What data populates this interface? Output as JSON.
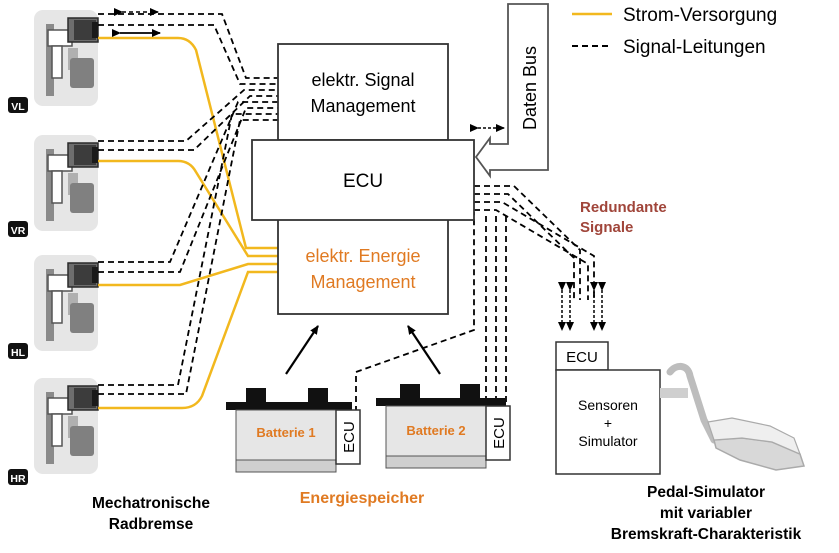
{
  "colors": {
    "power": "#f2b81e",
    "signal": "#000000",
    "energy_text": "#e07a22",
    "redundant_text": "#a0453a",
    "wheel_bg": "#e6e6e6",
    "battery_face": "#e6e6e6"
  },
  "legend": {
    "power_label": "Strom-Versorgung",
    "signal_label": "Signal-Leitungen"
  },
  "boxes": {
    "signal_mgmt_line1": "elektr. Signal",
    "signal_mgmt_line2": "Management",
    "ecu": "ECU",
    "energy_mgmt_line1": "elektr. Energie",
    "energy_mgmt_line2": "Management",
    "data_bus": "Daten Bus"
  },
  "redundant": {
    "line1": "Redundante",
    "line2": "Signale"
  },
  "wheels": [
    {
      "tag": "VL"
    },
    {
      "tag": "VR"
    },
    {
      "tag": "HL"
    },
    {
      "tag": "HR"
    }
  ],
  "batteries": [
    {
      "label": "Batterie 1",
      "ecu": "ECU"
    },
    {
      "label": "Batterie 2",
      "ecu": "ECU"
    }
  ],
  "pedal": {
    "ecu": "ECU",
    "line1": "Sensoren",
    "line2": "+",
    "line3": "Simulator"
  },
  "captions": {
    "brake_line1": "Mechatronische",
    "brake_line2": "Radbremse",
    "storage": "Energiespeicher",
    "pedal_line1": "Pedal-Simulator",
    "pedal_line2": "mit variabler",
    "pedal_line3": "Bremskraft-Charakteristik"
  }
}
